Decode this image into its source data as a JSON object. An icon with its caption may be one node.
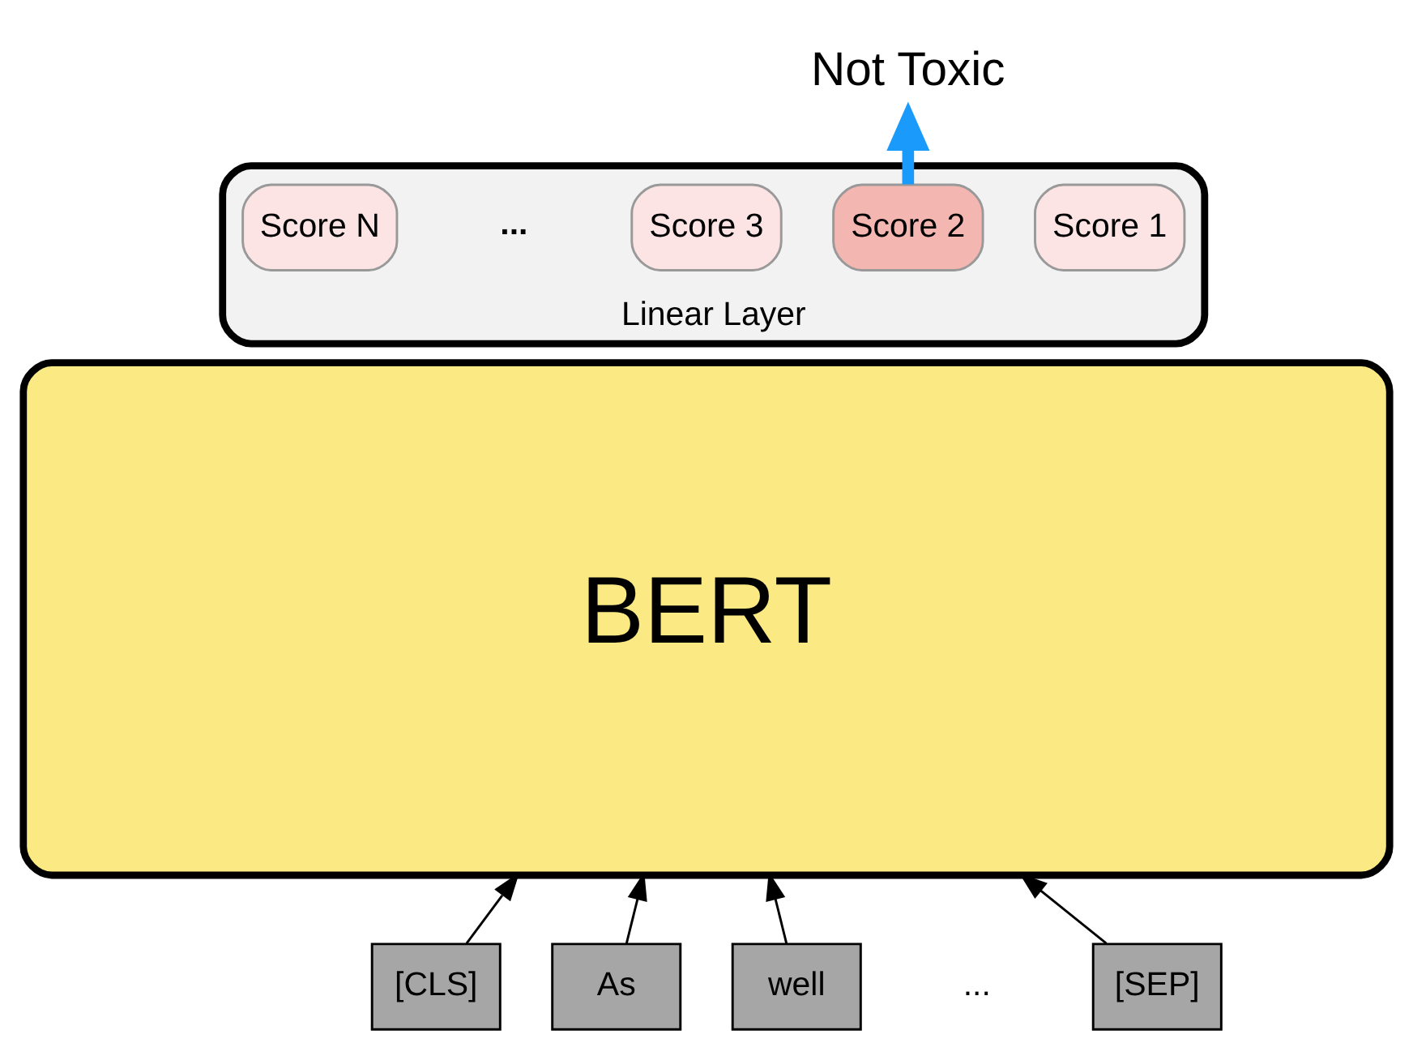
{
  "diagram": {
    "nodes": [
      {
        "text": [
          "Linear Layer"
        ]
      },
      {
        "text": [
          "Score 1"
        ],
        "in": 0
      },
      {
        "text": [
          "Score 2"
        ],
        "in": 0
      },
      {
        "text": [
          "Score 3"
        ],
        "in": 0
      },
      {
        "text": [
          "Score N"
        ],
        "in": 0
      },
      {
        "text": [
          "Not Toxic"
        ]
      },
      {
        "text": [
          "BERT"
        ]
      },
      {
        "text": [
          "[CLS]"
        ]
      },
      {
        "text": [
          "As"
        ]
      },
      {
        "text": [
          "well"
        ]
      },
      {
        "text": [
          "[SEP]"
        ]
      }
    ],
    "edges": [
      {
        "from": 2,
        "to": 5,
        "arrow": "to",
        "style": "thick",
        "color": "#1a9bfc"
      },
      {
        "from": 7,
        "to": 6,
        "arrow": "to"
      },
      {
        "from": 8,
        "to": 6,
        "arrow": "to"
      },
      {
        "from": 9,
        "to": 6,
        "arrow": "to"
      },
      {
        "from": 10,
        "to": 6,
        "arrow": "to"
      }
    ],
    "labels": [
      "...",
      "..."
    ]
  }
}
